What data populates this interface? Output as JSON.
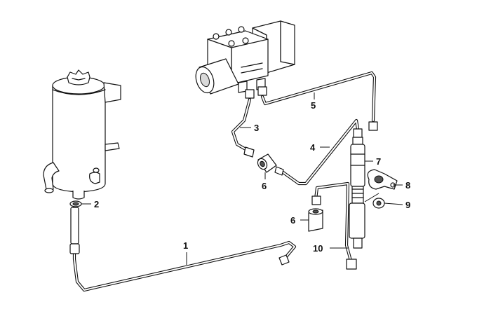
{
  "callouts": [
    {
      "id": "c1",
      "text": "1"
    },
    {
      "id": "c2",
      "text": "2"
    },
    {
      "id": "c3",
      "text": "3"
    },
    {
      "id": "c4",
      "text": "4"
    },
    {
      "id": "c5",
      "text": "5"
    },
    {
      "id": "c6a",
      "text": "6"
    },
    {
      "id": "c6b",
      "text": "6"
    },
    {
      "id": "c7",
      "text": "7"
    },
    {
      "id": "c8",
      "text": "8"
    },
    {
      "id": "c9",
      "text": "9"
    },
    {
      "id": "c10",
      "text": "10"
    }
  ]
}
